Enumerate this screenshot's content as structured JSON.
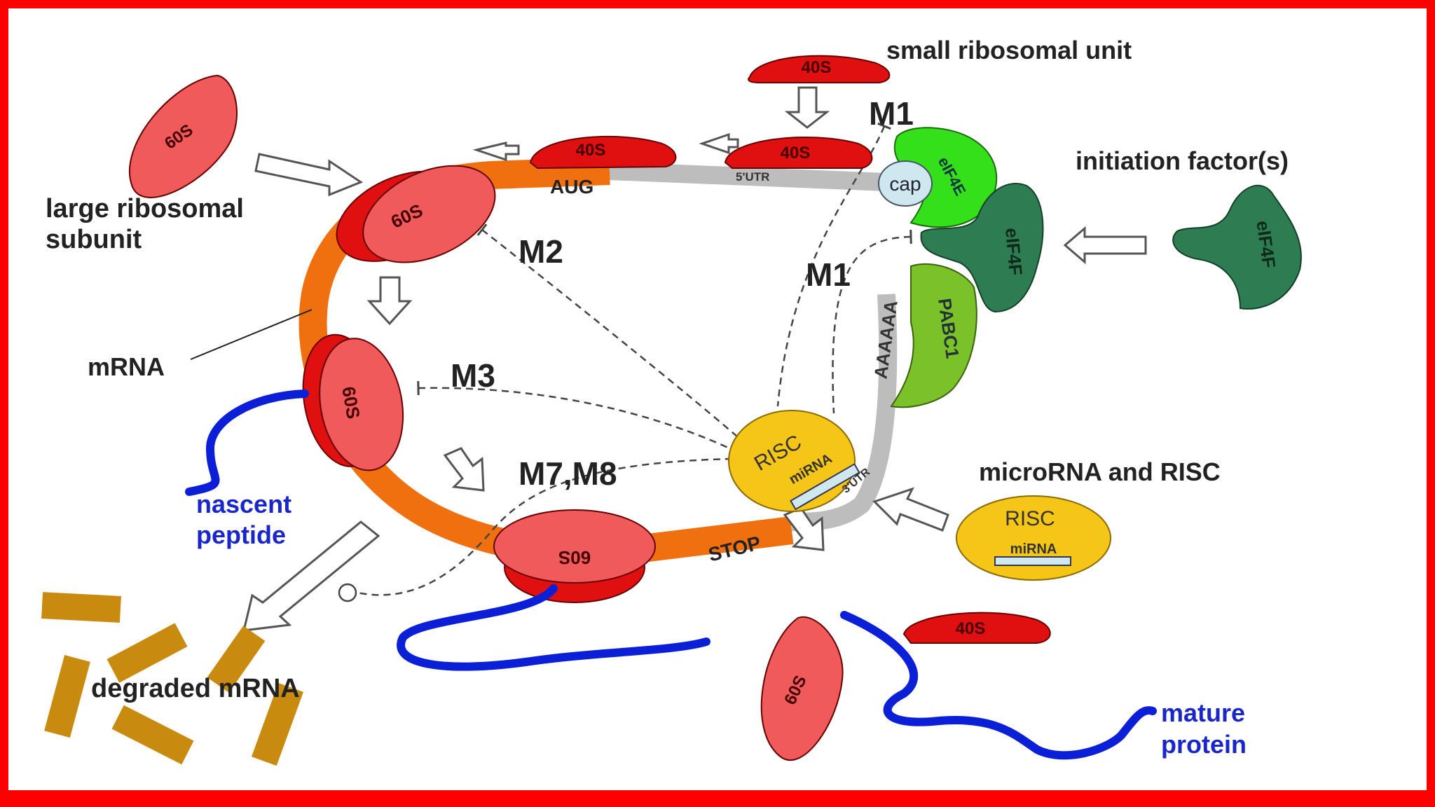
{
  "labels": {
    "small_ribosomal_unit": "small ribosomal unit",
    "initiation_factors": "initiation factor(s)",
    "large_ribosomal_subunit_1": "large ribosomal",
    "large_ribosomal_subunit_2": "subunit",
    "mrna": "mRNA",
    "nascent_peptide_1": "nascent",
    "nascent_peptide_2": "peptide",
    "degraded_mrna": "degraded mRNA",
    "microrna_and_risc": "microRNA and RISC",
    "mature_protein_1": "mature",
    "mature_protein_2": "protein",
    "m1_top": "M1",
    "m1_mid": "M1",
    "m2": "M2",
    "m3": "M3",
    "m7m8": "M7,M8",
    "aug": "AUG",
    "stop": "STOP",
    "utr5": "5'UTR",
    "utr3": "3'UTR",
    "cap": "cap",
    "polya": "AAAAAA",
    "pabc1": "PABC1",
    "eif4e": "eIF4E",
    "eif4f": "eIF4F",
    "eif4f_free": "eIF4F",
    "risc": "RISC",
    "mirna": "miRNA",
    "risc_free": "RISC",
    "mirna_free": "miRNA",
    "s40_top": "40S",
    "s40_a": "40S",
    "s40_b": "40S",
    "s40_bottom": "40S",
    "s60_free": "60S",
    "s60_a": "60S",
    "s60_b": "60S",
    "s60_c": "60S",
    "s60_bottom": "60S"
  },
  "colors": {
    "border": "#ff0000",
    "background": "#ffffff",
    "ribosome_dark": "#e01010",
    "ribosome_light": "#f05a5a",
    "mrna_orange": "#f07010",
    "utr_gray": "#bdbdbd",
    "peptide_blue": "#0a1fd6",
    "eif4e_green": "#33e019",
    "eif4f_green": "#2e7d52",
    "pabc1_green": "#7bc12a",
    "risc_yellow": "#f5c518",
    "degraded_brown": "#c98a10",
    "cap_blue": "#cfe8f0"
  }
}
